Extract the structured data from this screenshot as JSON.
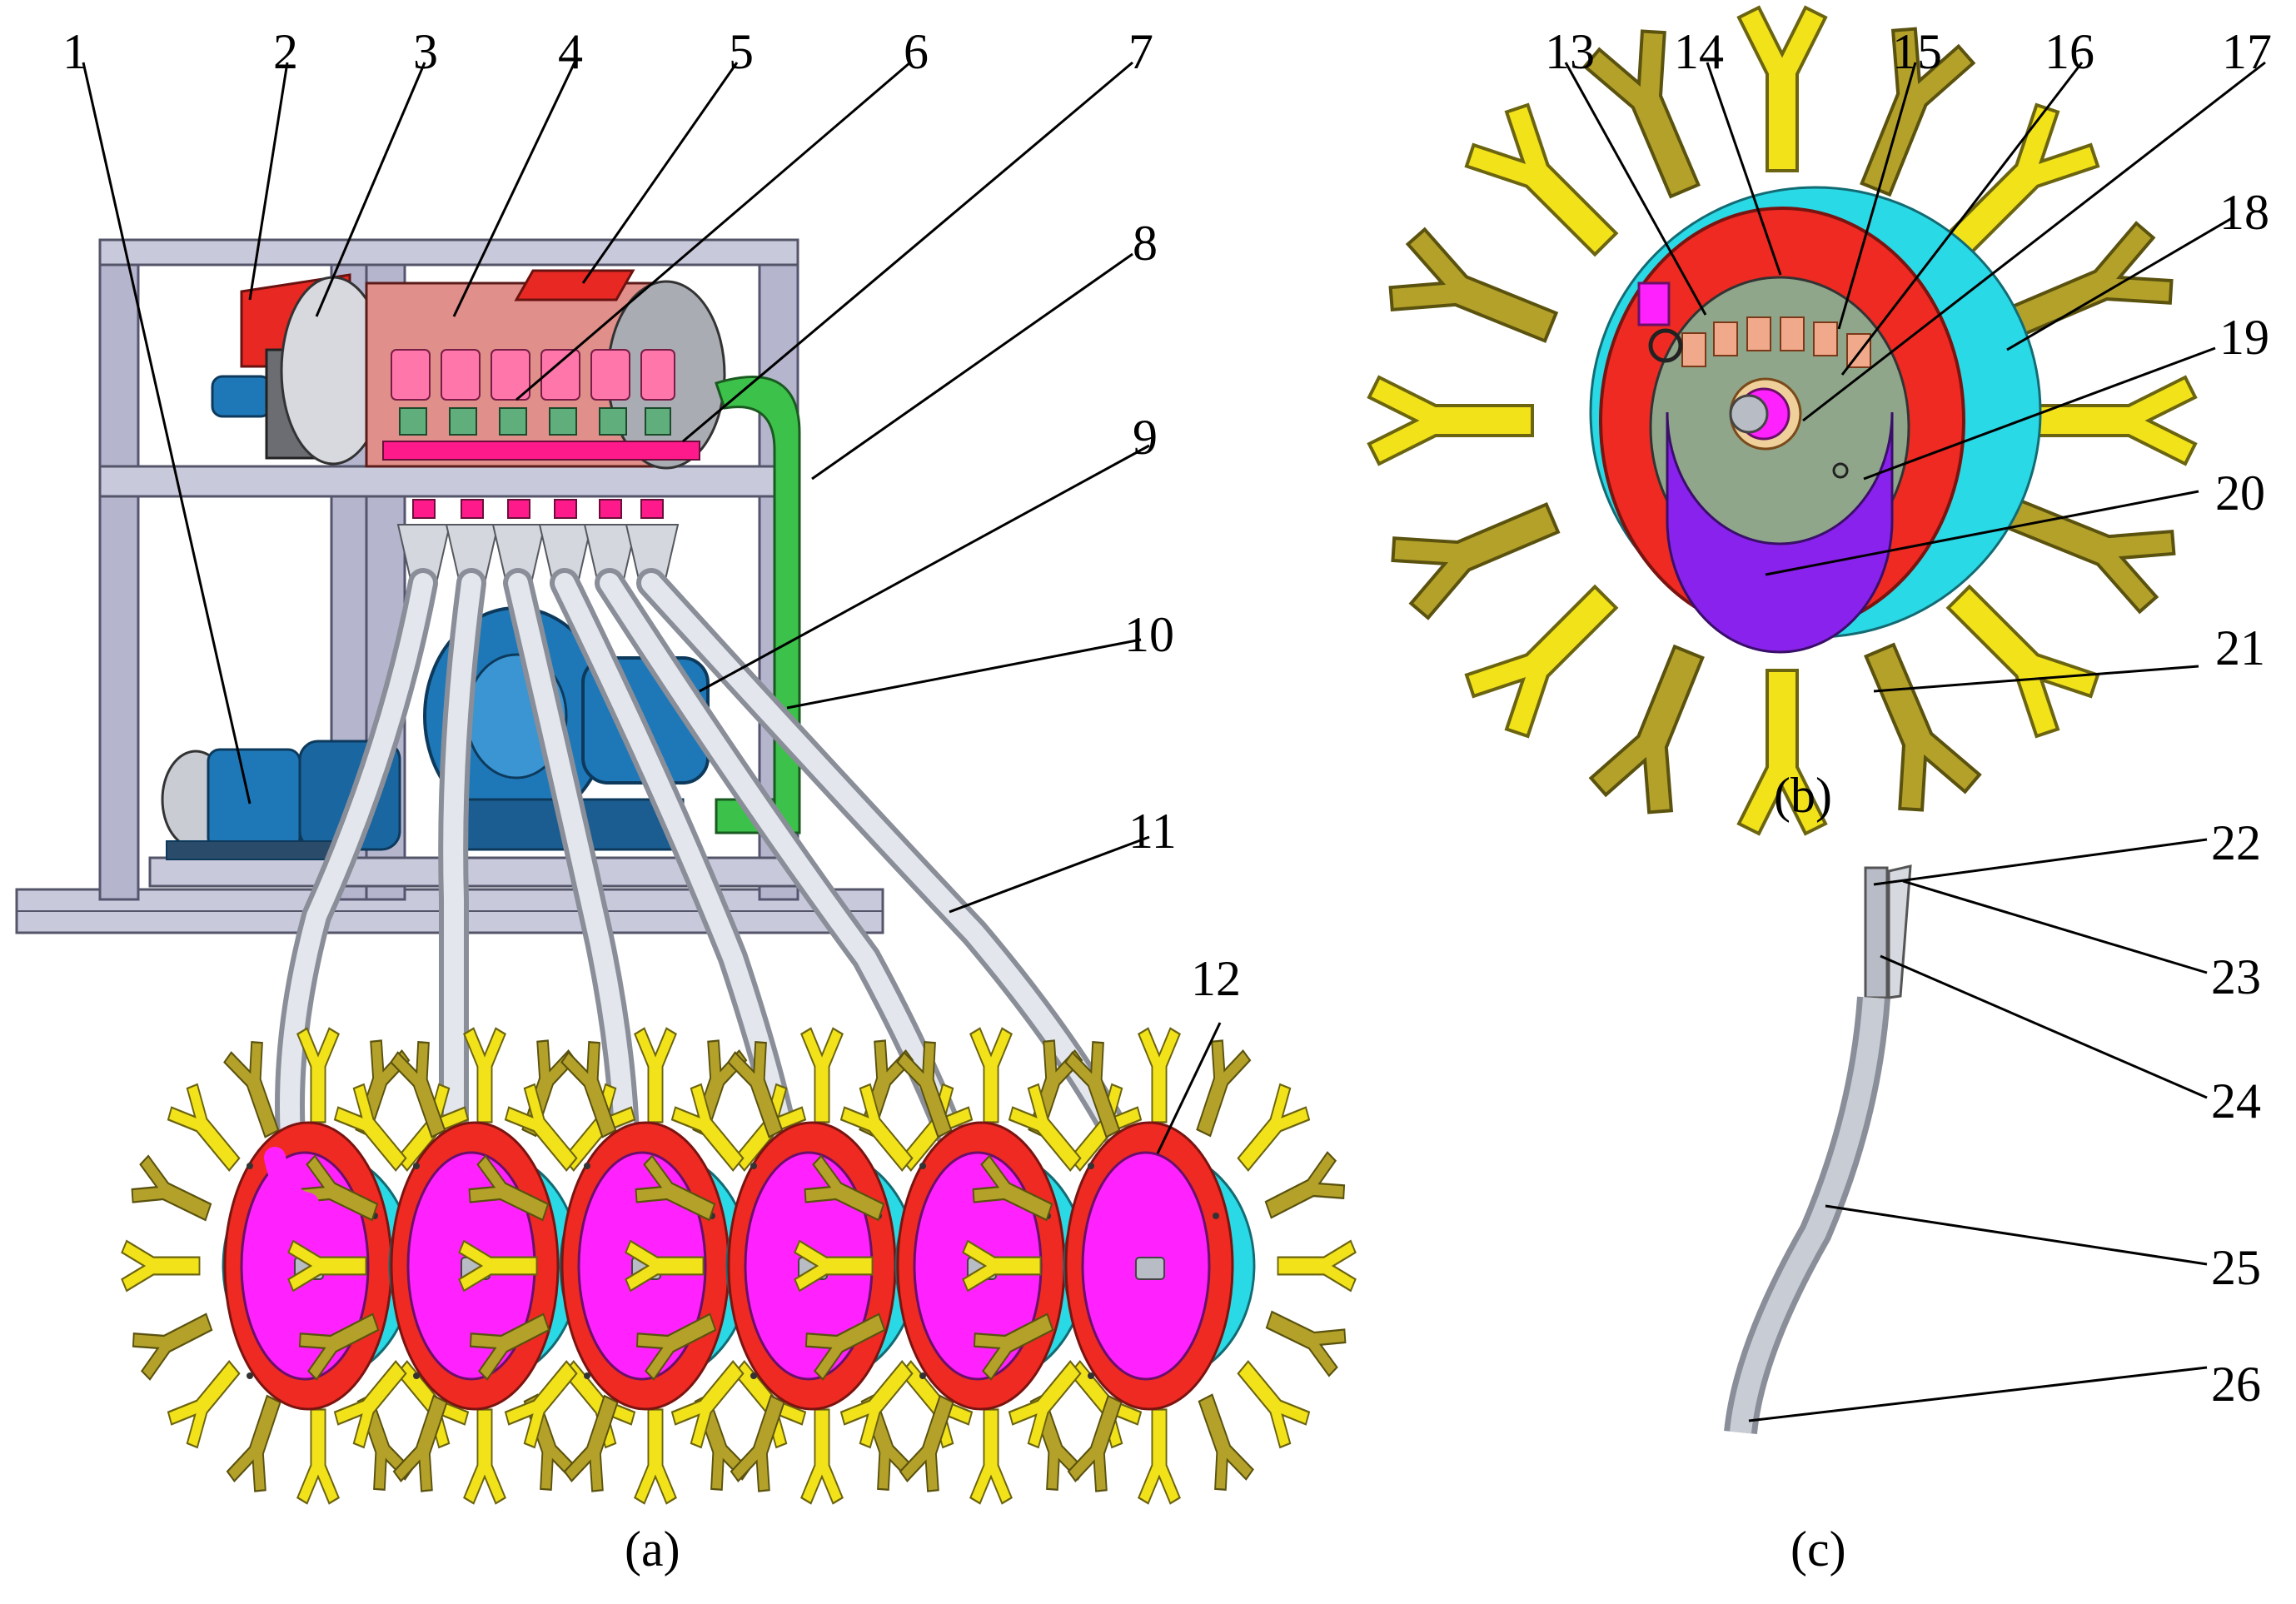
{
  "figure": {
    "panels": [
      {
        "id": "a",
        "caption": "(a)"
      },
      {
        "id": "b",
        "caption": "(b)"
      },
      {
        "id": "c",
        "caption": "(c)"
      }
    ],
    "callouts": [
      "1",
      "2",
      "3",
      "4",
      "5",
      "6",
      "7",
      "8",
      "9",
      "10",
      "11",
      "12",
      "13",
      "14",
      "15",
      "16",
      "17",
      "18",
      "19",
      "20",
      "21",
      "22",
      "23",
      "24",
      "25",
      "26"
    ]
  },
  "colors": {
    "disc_red": "#ee2a22",
    "hub_magenta": "#ff22ff",
    "plate_purple": "#8a22ee",
    "plate_sage": "#8fa68a",
    "finger_yellow": "#f2e21a",
    "finger_olive": "#b3a12a",
    "finger_cyan": "#2ad9e6",
    "motor_blue": "#1e78b8",
    "duct_green": "#3cc24a",
    "frame_grey": "#bcbcd3",
    "tube_grey": "#c8ccd4",
    "hopper_red": "#e82822",
    "pink_outlet": "#ff1a8c"
  }
}
